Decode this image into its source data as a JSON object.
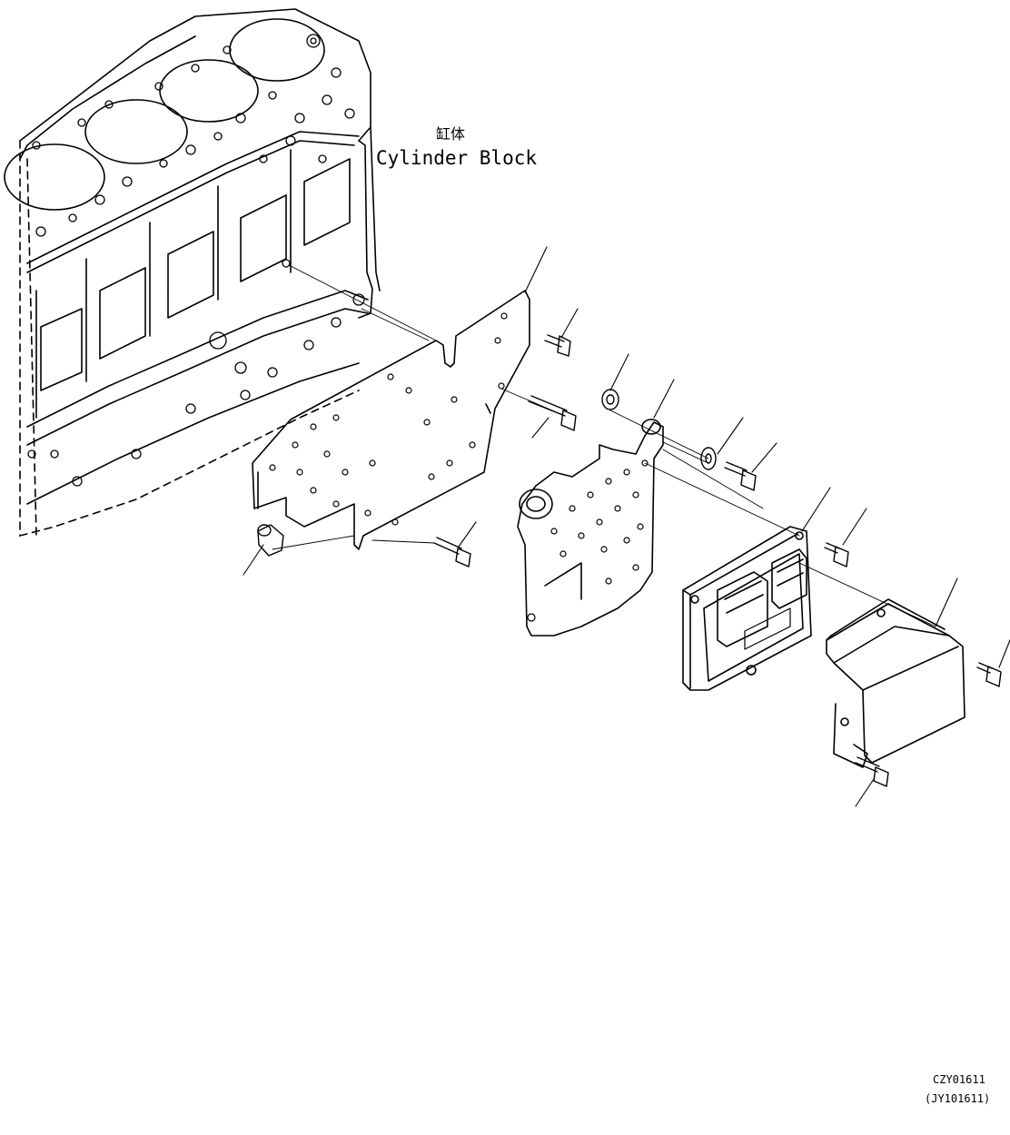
{
  "diagram": {
    "block_label_cn": "缸体",
    "block_label_en": "Cylinder Block",
    "drawing_code": "CZY01611",
    "drawing_code_alt": "(JY101611)"
  },
  "colors": {
    "line": "#000000",
    "background": "#ffffff"
  }
}
